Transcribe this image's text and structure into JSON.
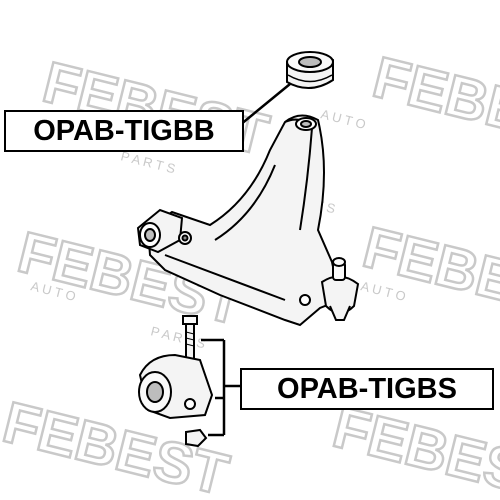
{
  "watermark": {
    "brand": "FEBEST",
    "sub1": "A U T O",
    "sub2": "P A R T S",
    "color": "#c9c9c9"
  },
  "parts": {
    "bushing_top_label": "OPAB-TIGBB",
    "bushing_bottom_label": "OPAB-TIGBS"
  },
  "colors": {
    "line": "#000000",
    "part_fill": "#f4f4f4",
    "shade": "#bdbdbd"
  }
}
